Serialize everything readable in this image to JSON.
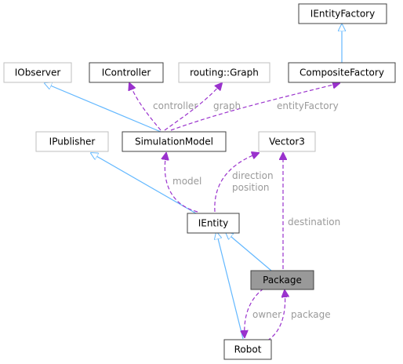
{
  "nodes": {
    "ientityfactory": {
      "label": "IEntityFactory",
      "style": "solid"
    },
    "iobserver": {
      "label": "IObserver",
      "style": "grey"
    },
    "icontroller": {
      "label": "IController",
      "style": "solid"
    },
    "routing_graph": {
      "label": "routing::Graph",
      "style": "grey"
    },
    "compositefactory": {
      "label": "CompositeFactory",
      "style": "solid"
    },
    "ipublisher": {
      "label": "IPublisher",
      "style": "grey"
    },
    "simulationmodel": {
      "label": "SimulationModel",
      "style": "solid"
    },
    "vector3": {
      "label": "Vector3",
      "style": "grey"
    },
    "ientity": {
      "label": "IEntity",
      "style": "solid"
    },
    "package": {
      "label": "Package",
      "style": "highlight"
    },
    "robot": {
      "label": "Robot",
      "style": "solid"
    }
  },
  "edges": {
    "inherit_color": "#63b8ff",
    "usage_color": "#9a32cd",
    "labels": {
      "controller": "controller",
      "graph": "graph",
      "entityFactory": "entityFactory",
      "model": "model",
      "direction": "direction",
      "position": "position",
      "destination": "destination",
      "owner": "owner",
      "package": "package"
    }
  }
}
